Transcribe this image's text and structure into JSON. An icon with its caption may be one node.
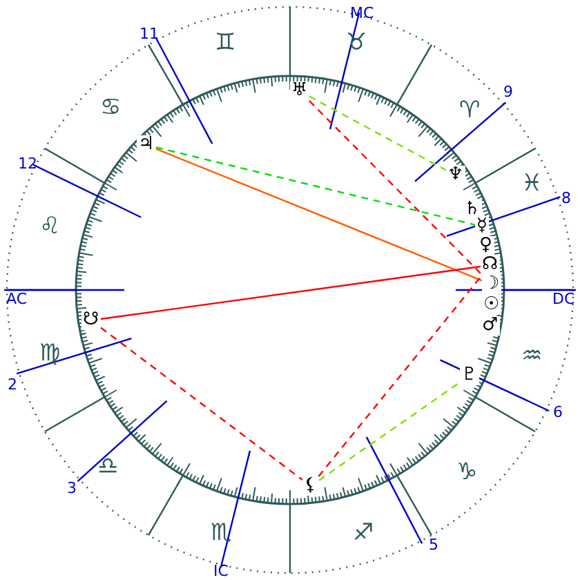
{
  "diagram": {
    "nodes": [
      {
        "text": [
          "♅"
        ]
      },
      {
        "text": [
          "♆"
        ]
      },
      {
        "text": [
          "♄"
        ]
      },
      {
        "text": [
          "☿"
        ]
      },
      {
        "text": [
          "♀"
        ]
      },
      {
        "text": [
          "☊"
        ]
      },
      {
        "text": [
          "☽"
        ]
      },
      {
        "text": [
          "☉"
        ]
      },
      {
        "text": [
          "♂"
        ]
      },
      {
        "text": [
          "♇"
        ]
      },
      {
        "text": [
          "⚸"
        ]
      },
      {
        "text": [
          "☋"
        ]
      },
      {
        "text": [
          "♃"
        ]
      }
    ],
    "edges": [
      {
        "from": 12,
        "to": 3,
        "arrow": "none",
        "style": "dashed",
        "color": "#00e000"
      },
      {
        "from": 12,
        "to": 6,
        "arrow": "none",
        "color": "#ff6000"
      },
      {
        "from": 11,
        "to": 5,
        "arrow": "none",
        "color": "#ff0000"
      },
      {
        "from": 11,
        "to": 10,
        "arrow": "none",
        "style": "dashed",
        "color": "#ff0000"
      },
      {
        "from": 0,
        "to": 1,
        "arrow": "none",
        "style": "dashed",
        "color": "#80e000"
      },
      {
        "from": 0,
        "to": 6,
        "arrow": "none",
        "style": "dashed",
        "color": "#ff0000"
      },
      {
        "from": 10,
        "to": 9,
        "arrow": "none",
        "style": "dashed",
        "color": "#80e000"
      },
      {
        "from": 10,
        "to": 5,
        "arrow": "none",
        "style": "dashed",
        "color": "#ff0000"
      }
    ],
    "labels": [
      "MC",
      "♊",
      "♉",
      "11",
      "9",
      "♋",
      "♈",
      "12",
      "8",
      "♓",
      "♌",
      "AC",
      "DC",
      "♍",
      "♒",
      "2",
      "6",
      "♎",
      "♑",
      "3",
      "5",
      "♏",
      "♐",
      "IC"
    ]
  }
}
